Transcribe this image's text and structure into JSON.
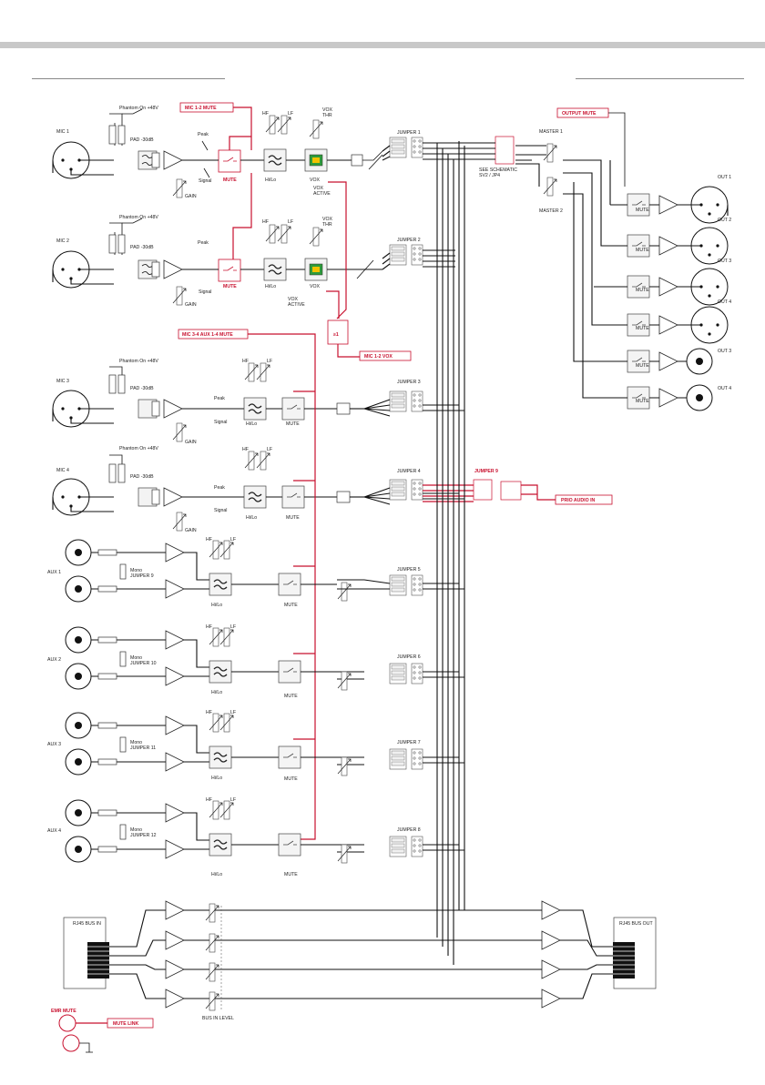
{
  "labels": {
    "mic1": "MIC 1",
    "mic2": "MIC 2",
    "mic3": "MIC 3",
    "mic4": "MIC 4",
    "aux1": "AUX 1",
    "aux2": "AUX 2",
    "aux3": "AUX 3",
    "aux4": "AUX 4",
    "phantom": "Phantom On +48V",
    "pad": "PAD -30dB",
    "peak": "Peak",
    "signal": "Signal",
    "gain": "GAIN",
    "mute": "MUTE",
    "hilo": "Hi/Lo",
    "hf": "HF",
    "lf": "LF",
    "vox": "VOX",
    "vox_thr": "VOX\nTHR",
    "vox_active": "VOX\nACTIVE",
    "jumper1": "JUMPER 1",
    "jumper2": "JUMPER 2",
    "jumper3": "JUMPER 3",
    "jumper4": "JUMPER 4",
    "jumper5": "JUMPER 5",
    "jumper6": "JUMPER 6",
    "jumper7": "JUMPER 7",
    "jumper8": "JUMPER 8",
    "jumper9": "JUMPER 9",
    "mono_j9": "Mono\nJUMPER 9",
    "mono_j10": "Mono\nJUMPER 10",
    "mono_j11": "Mono\nJUMPER 11",
    "mono_j12": "Mono\nJUMPER 12",
    "see_schematic": "SEE SCHEMATIC\nSV2 / JP4",
    "master1": "MASTER 1",
    "master2": "MASTER 2",
    "out1": "OUT 1",
    "out2": "OUT 2",
    "out3a": "OUT 3",
    "out4a": "OUT 4",
    "out3b": "OUT 3",
    "out4b": "OUT 4",
    "rj45_in": "RJ45 BUS IN",
    "rj45_out": "RJ45 BUS OUT",
    "bus_in_level": "BUS IN LEVEL",
    "ge1": "≥1"
  },
  "red_labels": {
    "mic12_mute": "MIC 1-2 MUTE",
    "output_mute": "OUTPUT MUTE",
    "mic34_aux_mute": "MIC 3-4 AUX 1-4 MUTE",
    "mic12_vox": "MIC 1-2 VOX",
    "prio_audio_in": "PRIO AUDIO IN",
    "emr_mute": "EMR MUTE",
    "mute_link": "MUTE LINK"
  },
  "colors": {
    "signal_path": "#111111",
    "control_path": "#c8102e",
    "vox_indicator_green": "#2e9b3b",
    "vox_indicator_yellow": "#f2c200",
    "header_band": "#c8c8c8"
  }
}
